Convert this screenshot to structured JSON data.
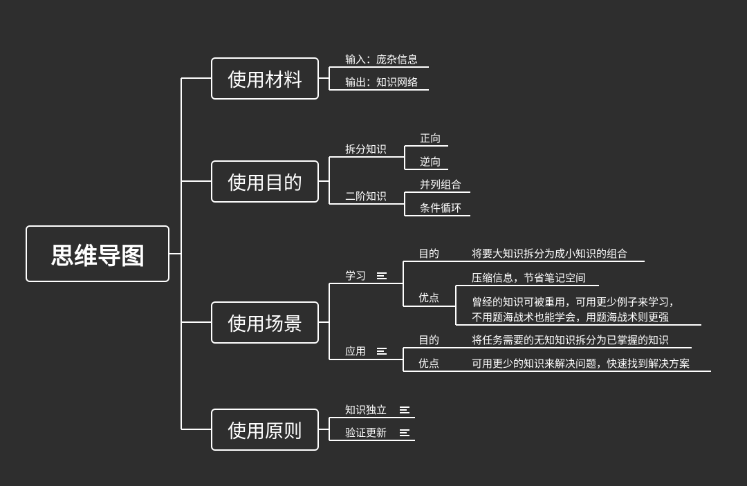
{
  "root": "思维导图",
  "branches": {
    "materials": {
      "title": "使用材料",
      "input": "输入：庞杂信息",
      "output": "输出：知识网络"
    },
    "purpose": {
      "title": "使用目的",
      "split": "拆分知识",
      "split_children": [
        "正向",
        "逆向"
      ],
      "second_order": "二阶知识",
      "second_children": [
        "并列组合",
        "条件循环"
      ]
    },
    "scenario": {
      "title": "使用场景",
      "learning": "学习",
      "learning_goal_label": "目的",
      "learning_goal": "将要大知识拆分为成小知识的组合",
      "learning_adv_label": "优点",
      "learning_adv_1": "压缩信息，节省笔记空间",
      "learning_adv_2_line1": "曾经的知识可被重用，可用更少例子来学习，",
      "learning_adv_2_line2": "不用题海战术也能学会，用题海战术则更强",
      "application": "应用",
      "app_goal_label": "目的",
      "app_goal": "将任务需要的无知知识拆分为已掌握的知识",
      "app_adv_label": "优点",
      "app_adv": "可用更少的知识来解决问题，快速找到解决方案"
    },
    "principles": {
      "title": "使用原则",
      "independent": "知识独立",
      "verify": "验证更新"
    }
  }
}
